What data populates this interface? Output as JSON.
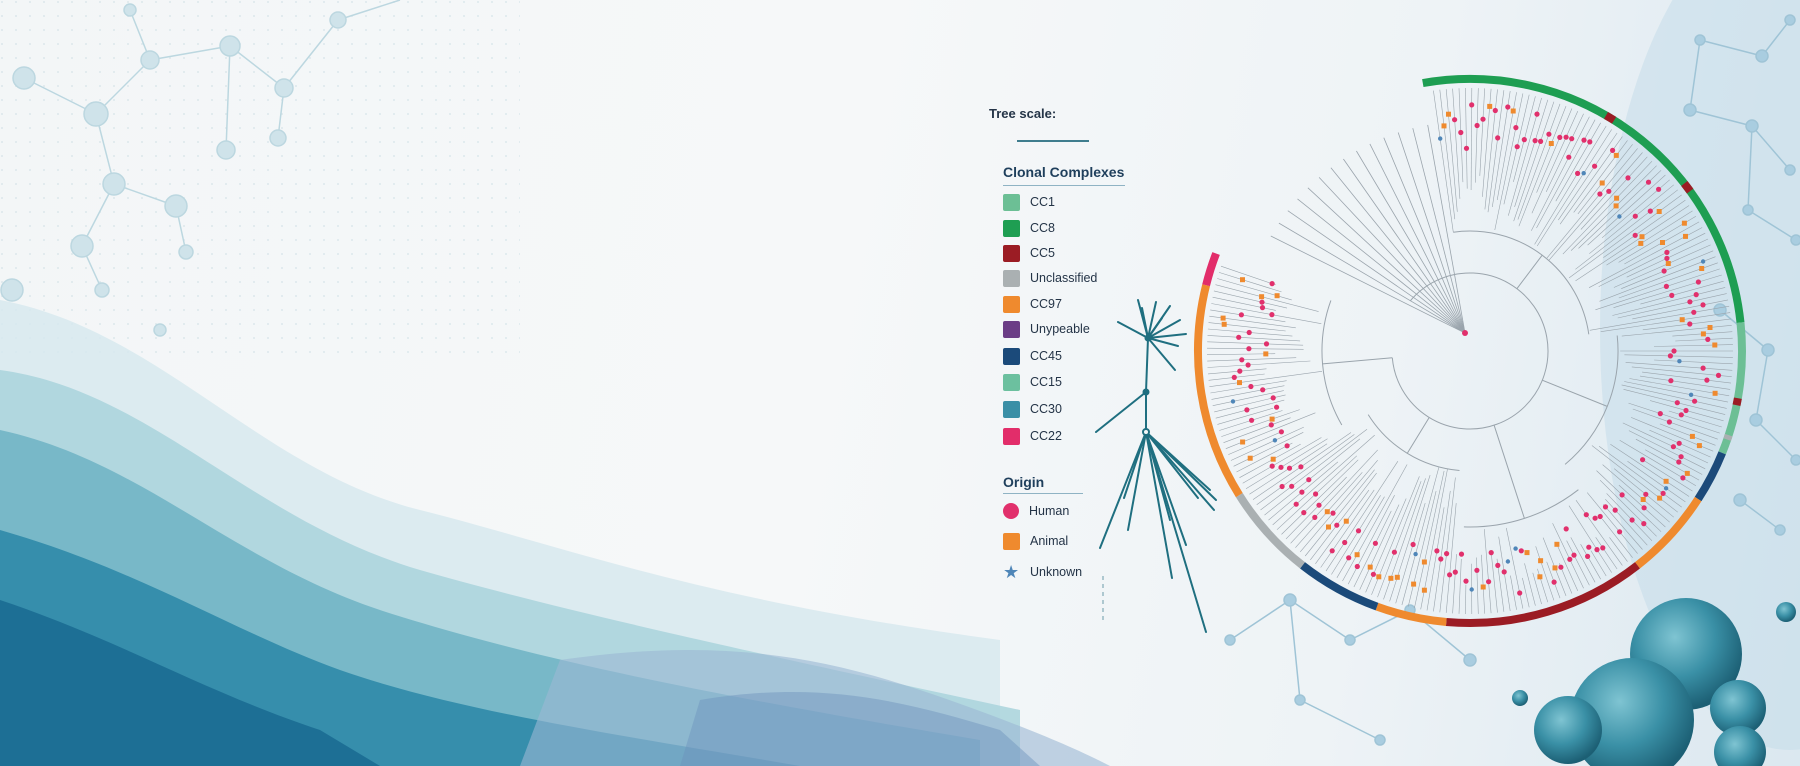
{
  "tree_scale_label": "Tree scale:",
  "legend": {
    "clonal_title": "Clonal Complexes",
    "clonal_items": [
      {
        "label": "CC1",
        "color": "#6cbf95"
      },
      {
        "label": "CC8",
        "color": "#1e9e52"
      },
      {
        "label": "CC5",
        "color": "#9b1c24"
      },
      {
        "label": "Unclassified",
        "color": "#aab0b2"
      },
      {
        "label": "CC97",
        "color": "#ef8a2e"
      },
      {
        "label": "Unypeable",
        "color": "#6b3d86"
      },
      {
        "label": "CC45",
        "color": "#1b4a7a"
      },
      {
        "label": "CC15",
        "color": "#6cc09f"
      },
      {
        "label": "CC30",
        "color": "#3a8fa6"
      },
      {
        "label": "CC22",
        "color": "#e22d6a"
      }
    ],
    "origin_title": "Origin",
    "origin_items": [
      {
        "label": "Human",
        "color": "#e1306c",
        "shape": "circle"
      },
      {
        "label": "Animal",
        "color": "#ef8a2e",
        "shape": "square"
      },
      {
        "label": "Unknown",
        "color": "#4f86b8",
        "shape": "star"
      }
    ]
  },
  "colors": {
    "tree_stroke": "#1f6f80",
    "branch_stroke": "#9aa4ac"
  }
}
